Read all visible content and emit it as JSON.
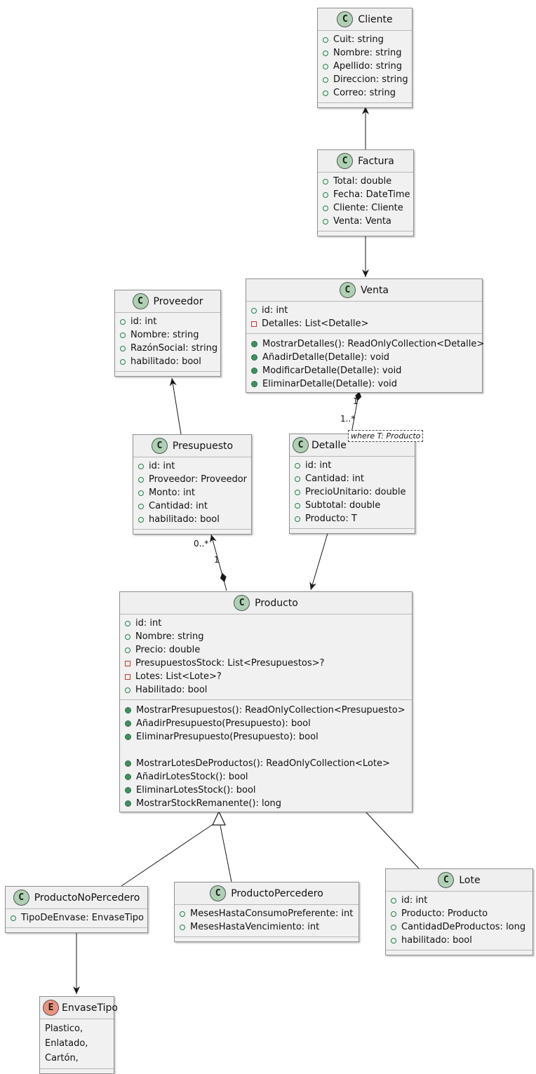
{
  "diagram": {
    "kind": "uml-class-diagram",
    "colors": {
      "box_fill": "#F1F1F1",
      "box_border": "#8f8f8f",
      "line": "#181818",
      "class_badge_bg": "#ADD1B2",
      "enum_badge_bg": "#EB937F",
      "field_public_icon": "#1E8449",
      "field_private_icon": "#C0392B",
      "method_public_icon": "#3F915F"
    },
    "icons": {
      "class_badge": {
        "letter": "C",
        "shape": "circle",
        "bg": "#ADD1B2"
      },
      "enum_badge": {
        "letter": "E",
        "shape": "circle",
        "bg": "#EB937F"
      },
      "field_public": {
        "shape": "circle-outline",
        "color": "#1E8449"
      },
      "field_private": {
        "shape": "square-outline",
        "color": "#C0392B"
      },
      "method_public": {
        "shape": "circle-filled",
        "color": "#3F915F"
      }
    },
    "classes": [
      {
        "name": "Cliente",
        "badge_letter": "C",
        "kind": "class",
        "attributes": [
          {
            "visibility": "public",
            "text": "Cuit: string"
          },
          {
            "visibility": "public",
            "text": "Nombre: string"
          },
          {
            "visibility": "public",
            "text": "Apellido: string"
          },
          {
            "visibility": "public",
            "text": "Direccion: string"
          },
          {
            "visibility": "public",
            "text": "Correo: string"
          }
        ]
      },
      {
        "name": "Factura",
        "badge_letter": "C",
        "kind": "class",
        "attributes": [
          {
            "visibility": "public",
            "text": "Total: double"
          },
          {
            "visibility": "public",
            "text": "Fecha: DateTime"
          },
          {
            "visibility": "public",
            "text": "Cliente: Cliente"
          },
          {
            "visibility": "public",
            "text": "Venta: Venta"
          }
        ]
      },
      {
        "name": "Venta",
        "badge_letter": "C",
        "kind": "class",
        "attributes": [
          {
            "visibility": "public",
            "text": "id: int"
          },
          {
            "visibility": "private",
            "text": "Detalles: List<Detalle>"
          }
        ],
        "methods": [
          {
            "visibility": "public",
            "text": "MostrarDetalles(): ReadOnlyCollection<Detalle>"
          },
          {
            "visibility": "public",
            "text": "AñadirDetalle(Detalle): void"
          },
          {
            "visibility": "public",
            "text": "ModificarDetalle(Detalle): void"
          },
          {
            "visibility": "public",
            "text": "EliminarDetalle(Detalle): void"
          }
        ]
      },
      {
        "name": "Proveedor",
        "badge_letter": "C",
        "kind": "class",
        "attributes": [
          {
            "visibility": "public",
            "text": "id: int"
          },
          {
            "visibility": "public",
            "text": "Nombre: string"
          },
          {
            "visibility": "public",
            "text": "RazónSocial: string"
          },
          {
            "visibility": "public",
            "text": "habilitado: bool"
          }
        ]
      },
      {
        "name": "Presupuesto",
        "badge_letter": "C",
        "kind": "class",
        "attributes": [
          {
            "visibility": "public",
            "text": "id: int"
          },
          {
            "visibility": "public",
            "text": "Proveedor: Proveedor"
          },
          {
            "visibility": "public",
            "text": "Monto: int"
          },
          {
            "visibility": "public",
            "text": "Cantidad: int"
          },
          {
            "visibility": "public",
            "text": "habilitado: bool"
          }
        ]
      },
      {
        "name": "Detalle",
        "badge_letter": "C",
        "kind": "class",
        "generic_label": "where T: Producto",
        "attributes": [
          {
            "visibility": "public",
            "text": "id: int"
          },
          {
            "visibility": "public",
            "text": "Cantidad: int"
          },
          {
            "visibility": "public",
            "text": "PrecioUnitario: double"
          },
          {
            "visibility": "public",
            "text": "Subtotal: double"
          },
          {
            "visibility": "public",
            "text": "Producto: T"
          }
        ]
      },
      {
        "name": "Producto",
        "badge_letter": "C",
        "kind": "class",
        "attributes": [
          {
            "visibility": "public",
            "text": "id: int"
          },
          {
            "visibility": "public",
            "text": "Nombre: string"
          },
          {
            "visibility": "public",
            "text": "Precio: double"
          },
          {
            "visibility": "private",
            "text": "PresupuestosStock: List<Presupuestos>?"
          },
          {
            "visibility": "private",
            "text": "Lotes: List<Lote>?"
          },
          {
            "visibility": "public",
            "text": "Habilitado: bool"
          }
        ],
        "methods": [
          {
            "visibility": "public",
            "text": "MostrarPresupuestos(): ReadOnlyCollection<Presupuesto>"
          },
          {
            "visibility": "public",
            "text": "AñadirPresupuesto(Presupuesto): bool"
          },
          {
            "visibility": "public",
            "text": "EliminarPresupuesto(Presupuesto): bool"
          },
          {
            "visibility": "public",
            "text": "MostrarLotesDeProductos(): ReadOnlyCollection<Lote>"
          },
          {
            "visibility": "public",
            "text": "AñadirLotesStock(): bool"
          },
          {
            "visibility": "public",
            "text": "EliminarLotesStock(): bool"
          },
          {
            "visibility": "public",
            "text": "MostrarStockRemanente(): long"
          }
        ]
      },
      {
        "name": "ProductoNoPercedero",
        "badge_letter": "C",
        "kind": "class",
        "attributes": [
          {
            "visibility": "public",
            "text": "TipoDeEnvase: EnvaseTipo"
          }
        ]
      },
      {
        "name": "ProductoPercedero",
        "badge_letter": "C",
        "kind": "class",
        "attributes": [
          {
            "visibility": "public",
            "text": "MesesHastaConsumoPreferente: int"
          },
          {
            "visibility": "public",
            "text": "MesesHastaVencimiento: int"
          }
        ]
      },
      {
        "name": "Lote",
        "badge_letter": "C",
        "kind": "class",
        "attributes": [
          {
            "visibility": "public",
            "text": "id: int"
          },
          {
            "visibility": "public",
            "text": "Producto: Producto"
          },
          {
            "visibility": "public",
            "text": "CantidadDeProductos: long"
          },
          {
            "visibility": "public",
            "text": "habilitado: bool"
          }
        ]
      },
      {
        "name": "EnvaseTipo",
        "badge_letter": "E",
        "kind": "enum",
        "values": [
          "Plastico,",
          "Enlatado,",
          "Cartón,"
        ]
      }
    ],
    "edges": {
      "factura_cliente": {
        "type": "arrow"
      },
      "factura_venta": {
        "type": "arrow"
      },
      "presupuesto_proveedor": {
        "type": "arrow"
      },
      "venta_detalle": {
        "type": "composition",
        "source_mult": "1",
        "target_mult": "1..*"
      },
      "detalle_producto": {
        "type": "arrow"
      },
      "producto_presupuesto": {
        "type": "composition",
        "source_mult": "1",
        "target_mult": "0..*"
      },
      "producto_productonopercedero": {
        "type": "inheritance"
      },
      "producto_productopercedero": {
        "type": "inheritance"
      },
      "producto_lote": {
        "type": "association"
      },
      "productonopercedero_envasetipo": {
        "type": "arrow"
      }
    }
  }
}
